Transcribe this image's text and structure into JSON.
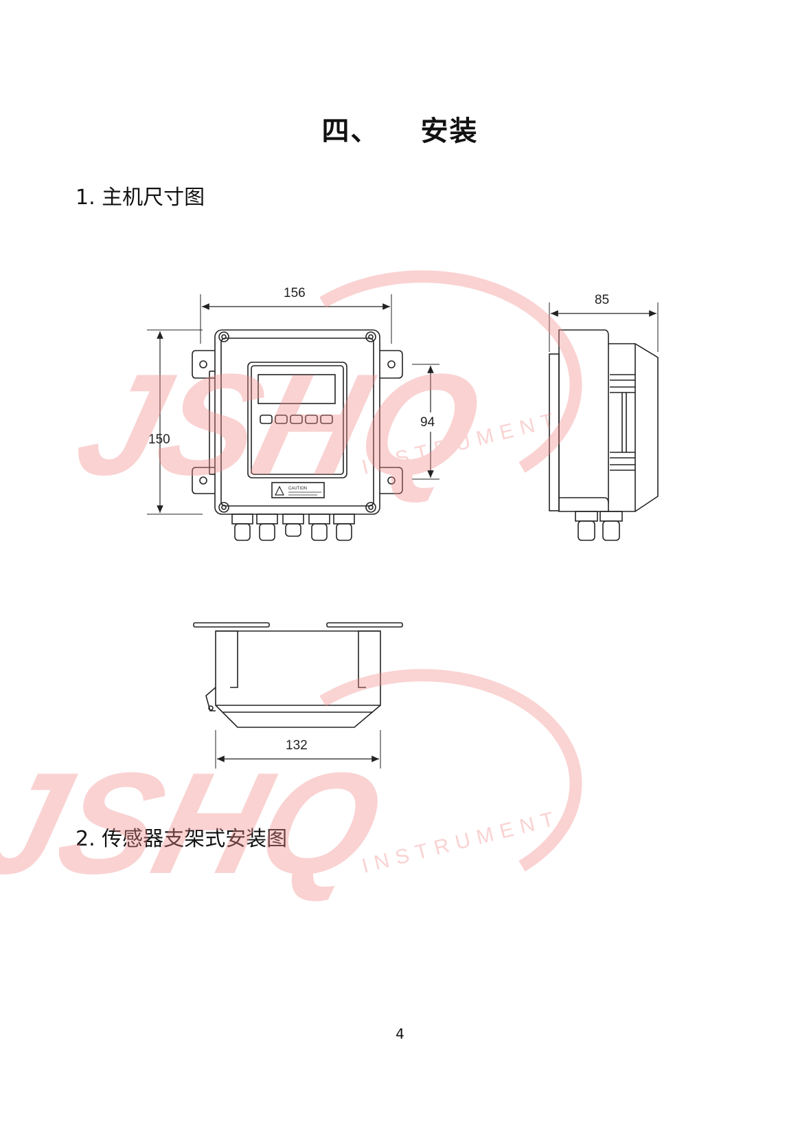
{
  "section": {
    "number": "四、",
    "title": "安装"
  },
  "sub1": "1. 主机尺寸图",
  "sub2": "2. 传感器支架式安装图",
  "page_number": "4",
  "dimensions": {
    "width": "156",
    "height": "150",
    "depth": "85",
    "panel": "94",
    "bottom": "132"
  },
  "caution_label": "CAUTION",
  "watermark": {
    "brand": "JSHQ",
    "tagline": "INSTRUMENT",
    "color": "#f28b8b"
  }
}
